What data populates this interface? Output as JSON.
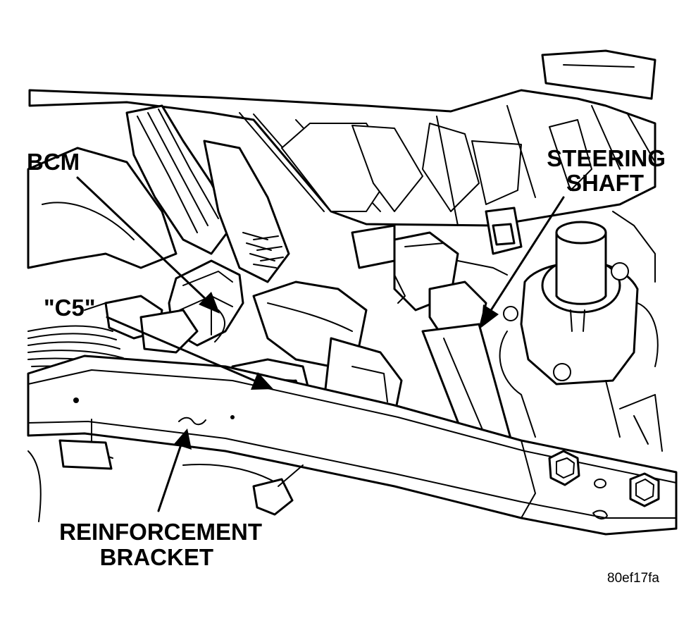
{
  "labels": {
    "bcm": "BCM",
    "c5": "\"C5\"",
    "steering_line1": "STEERING",
    "steering_line2": "SHAFT",
    "reinforcement_line1": "REINFORCEMENT",
    "reinforcement_line2": "BRACKET"
  },
  "figure_code": "80ef17fa"
}
